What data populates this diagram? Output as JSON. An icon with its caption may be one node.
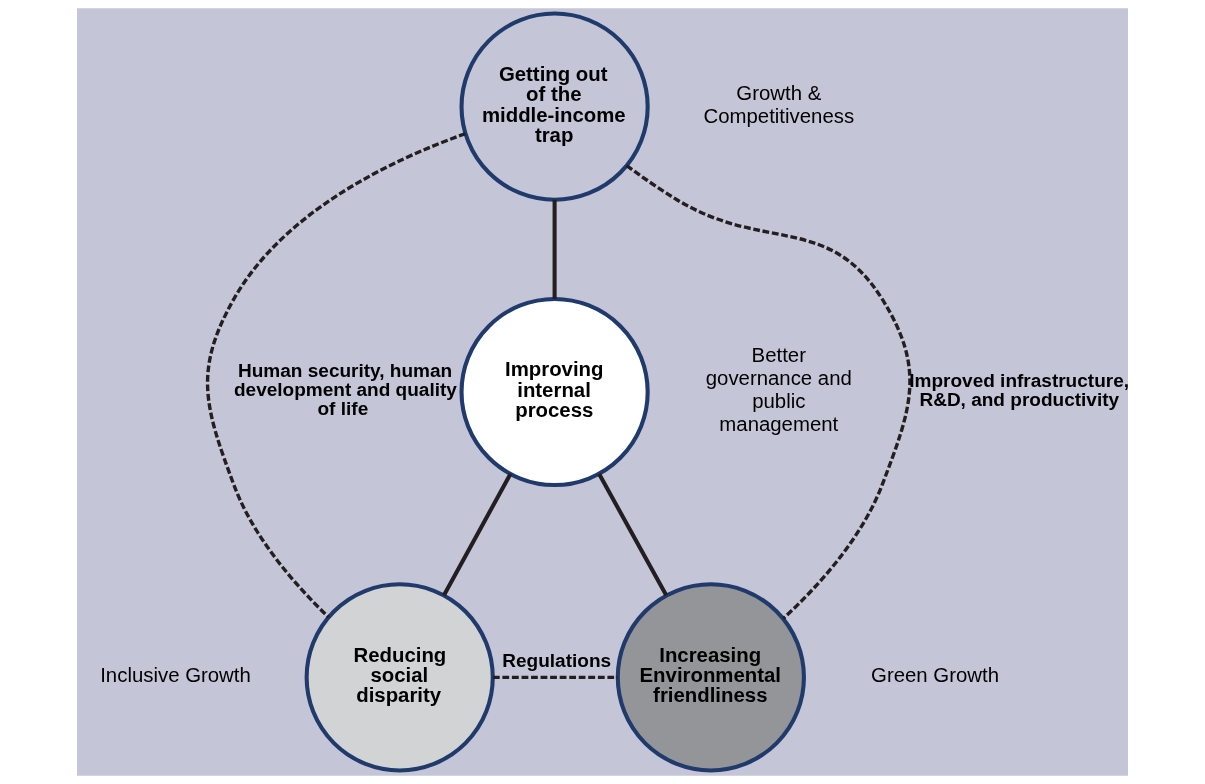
{
  "diagram": {
    "nodes": [
      {
        "text": [
          "Getting out of the middle-income trap"
        ],
        "beside": [
          "Growth & Competitiveness"
        ]
      },
      {
        "text": [
          "Improving internal process"
        ],
        "beside": [
          "Better governance and public management"
        ]
      },
      {
        "text": [
          "Reducing social disparity"
        ],
        "beside": [
          "Inclusive Growth"
        ]
      },
      {
        "text": [
          "Increasing Environmental friendliness"
        ],
        "beside": [
          "Green Growth"
        ]
      }
    ],
    "edges": [
      {
        "from": 0,
        "to": 1,
        "arrow": "none"
      },
      {
        "from": 1,
        "to": 2,
        "arrow": "none"
      },
      {
        "from": 1,
        "to": 3,
        "arrow": "none"
      },
      {
        "from": 0,
        "to": 2,
        "arrow": "none",
        "style": "dashed",
        "label": "Human security, human development and quality of life"
      },
      {
        "from": 0,
        "to": 3,
        "arrow": "none",
        "style": "dashed",
        "label": "Improved infrastructure, R&D, and productivity"
      },
      {
        "from": 2,
        "to": 3,
        "arrow": "none",
        "style": "dashed",
        "label": "Regulations"
      }
    ]
  }
}
